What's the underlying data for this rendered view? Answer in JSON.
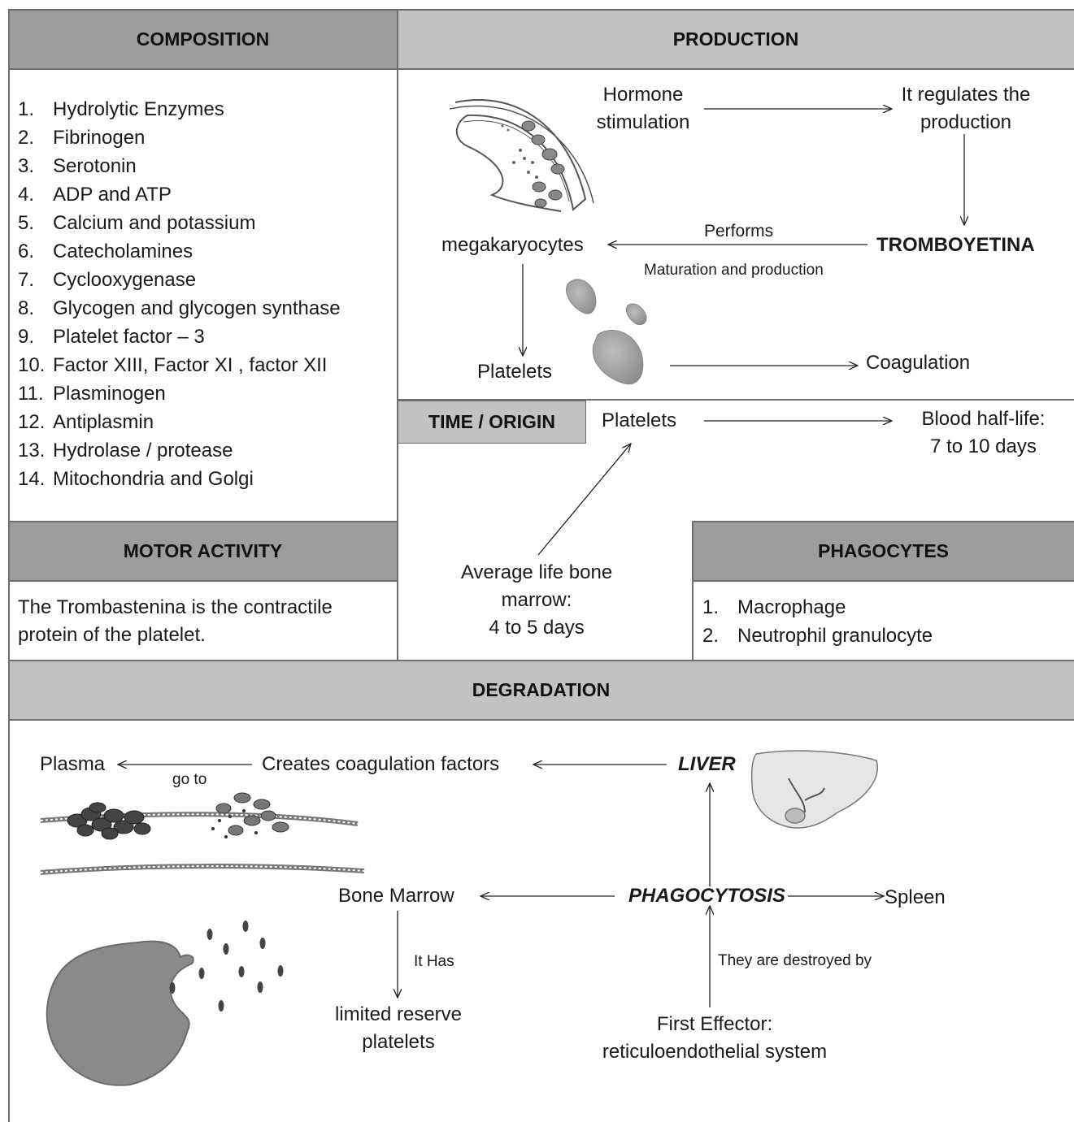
{
  "composition": {
    "title": "COMPOSITION",
    "items": [
      {
        "num": "1.",
        "text": "Hydrolytic Enzymes"
      },
      {
        "num": "2.",
        "text": "Fibrinogen"
      },
      {
        "num": "3.",
        "text": "Serotonin"
      },
      {
        "num": "4.",
        "text": "ADP and ATP"
      },
      {
        "num": "5.",
        "text": "Calcium and potassium"
      },
      {
        "num": "6.",
        "text": "Catecholamines"
      },
      {
        "num": "7.",
        "text": "Cyclooxygenase"
      },
      {
        "num": "8.",
        "text": "Glycogen and glycogen synthase"
      },
      {
        "num": "9.",
        "text": "Platelet factor – 3"
      },
      {
        "num": "10.",
        "text": "Factor XIII, Factor XI , factor XII"
      },
      {
        "num": "11.",
        "text": "Plasminogen"
      },
      {
        "num": "12.",
        "text": "Antiplasmin"
      },
      {
        "num": "13.",
        "text": "Hydrolase / protease"
      },
      {
        "num": "14.",
        "text": "Mitochondria and Golgi"
      }
    ]
  },
  "production": {
    "title": "PRODUCTION",
    "hormone_line1": "Hormone",
    "hormone_line2": "stimulation",
    "regulates_line1": "It regulates the",
    "regulates_line2": "production",
    "tromboyetina": "TROMBOYETINA",
    "performs": "Performs",
    "maturation": "Maturation and production",
    "megakaryocytes": "megakaryocytes",
    "platelets": "Platelets",
    "coagulation": "Coagulation"
  },
  "time_origin": {
    "title": "TIME / ORIGIN",
    "platelets": "Platelets",
    "half_life_line1": "Blood half-life:",
    "half_life_line2": "7 to 10 days",
    "avg_line1": "Average life bone",
    "avg_line2": "marrow:",
    "avg_line3": "4 to 5 days"
  },
  "motor_activity": {
    "title": "MOTOR ACTIVITY",
    "line1": "The Trombastenina is the contractile",
    "line2": "protein of the platelet."
  },
  "phagocytes": {
    "title": "PHAGOCYTES",
    "items": [
      {
        "num": "1.",
        "text": "Macrophage"
      },
      {
        "num": "2.",
        "text": "Neutrophil granulocyte"
      }
    ]
  },
  "degradation": {
    "title": "DEGRADATION",
    "plasma": "Plasma",
    "go_to": "go to",
    "creates": "Creates coagulation factors",
    "liver": "LIVER",
    "bone_marrow": "Bone Marrow",
    "phagocytosis": "PHAGOCYTOSIS",
    "spleen": "Spleen",
    "it_has": "It Has",
    "destroyed_by": "They are destroyed by",
    "reserve_line1": "limited reserve",
    "reserve_line2": "platelets",
    "effector_line1": "First Effector:",
    "effector_line2": "reticuloendothelial system"
  }
}
